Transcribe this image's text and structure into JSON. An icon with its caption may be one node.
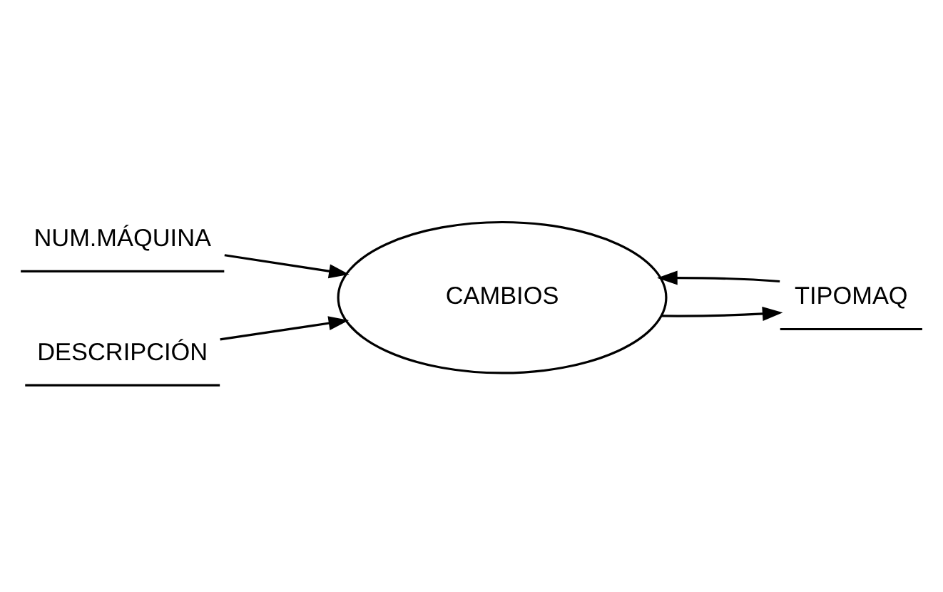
{
  "diagram": {
    "nodes": [
      {
        "text": [
          "NUM.MÁQUINA"
        ]
      },
      {
        "text": [
          "DESCRIPCIÓN"
        ]
      },
      {
        "text": [
          "CAMBIOS"
        ]
      },
      {
        "text": [
          "TIPOMAQ"
        ]
      }
    ],
    "edges": [
      {
        "from": 0,
        "to": 2,
        "arrow": "to"
      },
      {
        "from": 1,
        "to": 2,
        "arrow": "to"
      },
      {
        "from": 2,
        "to": 3,
        "arrow": "to"
      },
      {
        "from": 3,
        "to": 2,
        "arrow": "to"
      }
    ]
  }
}
